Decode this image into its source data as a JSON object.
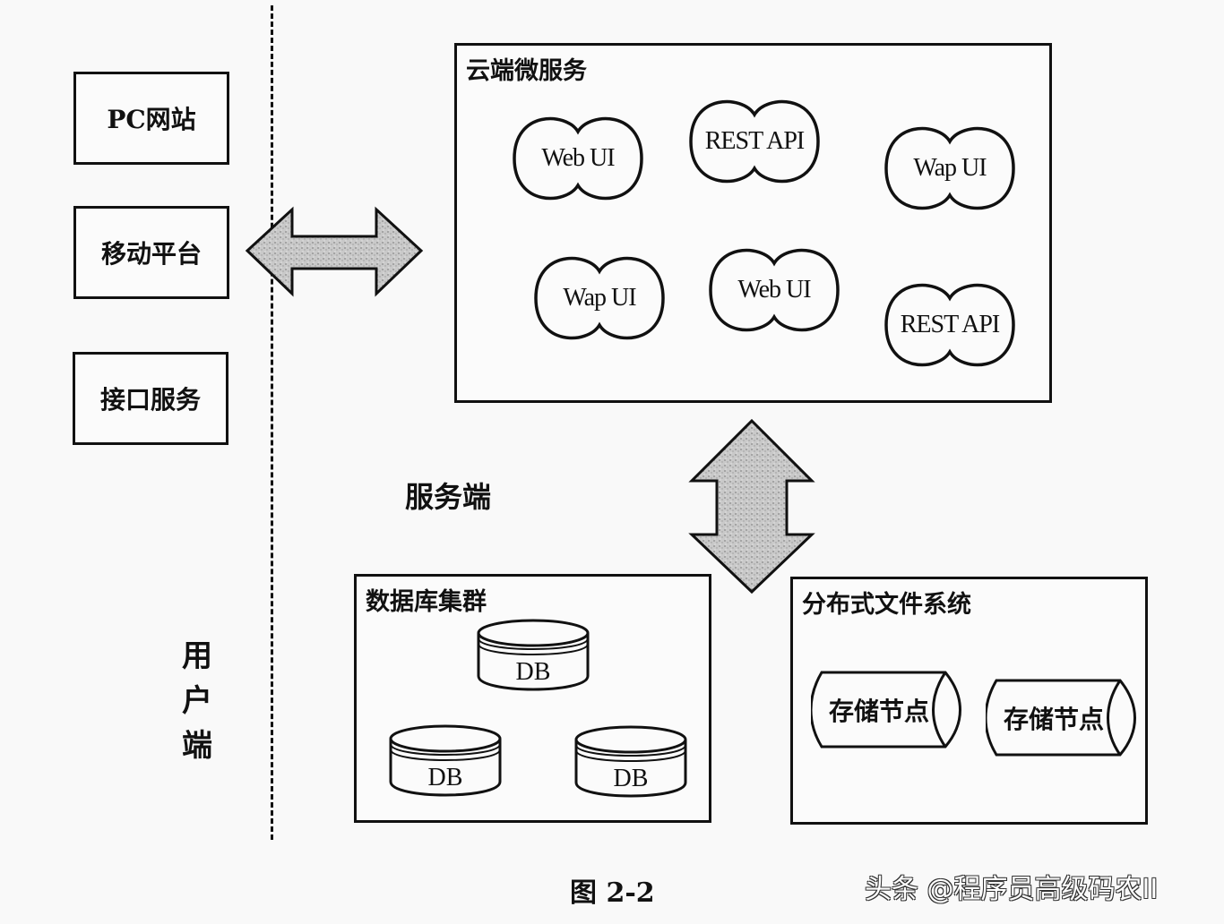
{
  "client_side": {
    "label": "用户端",
    "label_chars": [
      "用",
      "户",
      "端"
    ],
    "boxes": [
      {
        "label": "PC网站"
      },
      {
        "label": "移动平台"
      },
      {
        "label": "接口服务"
      }
    ]
  },
  "server_side": {
    "label": "服务端",
    "microservices": {
      "title": "云端微服务",
      "services": [
        {
          "label": "Web UI"
        },
        {
          "label": "REST API"
        },
        {
          "label": "Wap UI"
        },
        {
          "label": "Wap UI"
        },
        {
          "label": "Web UI"
        },
        {
          "label": "REST API"
        }
      ]
    },
    "db_cluster": {
      "title": "数据库集群",
      "databases": [
        {
          "label": "DB"
        },
        {
          "label": "DB"
        },
        {
          "label": "DB"
        }
      ]
    },
    "dfs": {
      "title": "分布式文件系统",
      "nodes": [
        {
          "label": "存储节点"
        },
        {
          "label": "存储节点"
        }
      ]
    }
  },
  "arrows": [
    {
      "name": "client-server",
      "direction": "bidirectional-horizontal",
      "fill": "#bdbdbd"
    },
    {
      "name": "services-storage",
      "direction": "bidirectional-vertical",
      "fill": "#bdbdbd"
    }
  ],
  "caption": "图 2-2",
  "watermark": "头条 @程序员高级码农II"
}
